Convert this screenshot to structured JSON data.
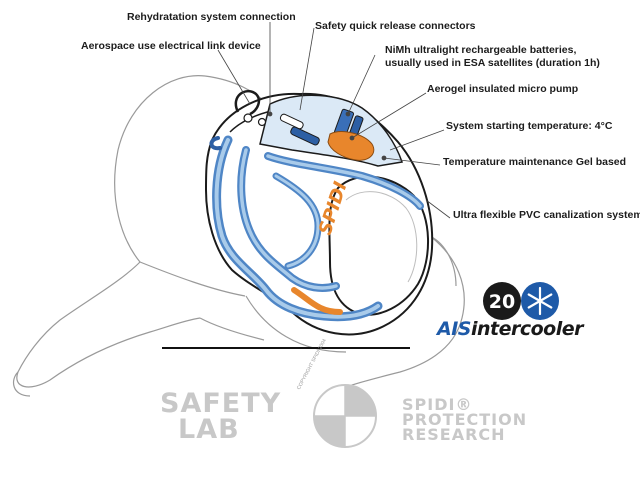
{
  "callouts": {
    "rehydration": "Rehydratation system connection",
    "aerospace": "Aerospace use electrical link device",
    "safety_release": "Safety quick release connectors",
    "batteries_line1": "NiMh ultralight rechargeable batteries,",
    "batteries_line2": "usually used in ESA satellites (duration 1h)",
    "aerogel": "Aerogel insulated micro pump",
    "starting_temp": "System starting temperature: 4°C",
    "gel": "Temperature maintenance Gel based",
    "pvc": "Ultra flexible PVC canalization system"
  },
  "branding": {
    "ais_prefix": "AIS",
    "ais_suffix": "intercooler",
    "safety": "SAFETY",
    "lab": "LAB",
    "spidi": "SPIDI®",
    "protection": "PROTECTION",
    "research": "RESEARCH",
    "vest_brand": "SPIDI",
    "copyright": "COPYRIGHT SPIDI 2004"
  },
  "colors": {
    "tube_blue": "#4f86c6",
    "tube_light": "#a9cbea",
    "accent_orange": "#e8862c",
    "brand_gray": "#c8c8c8",
    "ais_blue": "#1e5aa8"
  },
  "icons": [
    "ais-logo-icon",
    "snowflake-icon",
    "crosshair-target-icon"
  ]
}
